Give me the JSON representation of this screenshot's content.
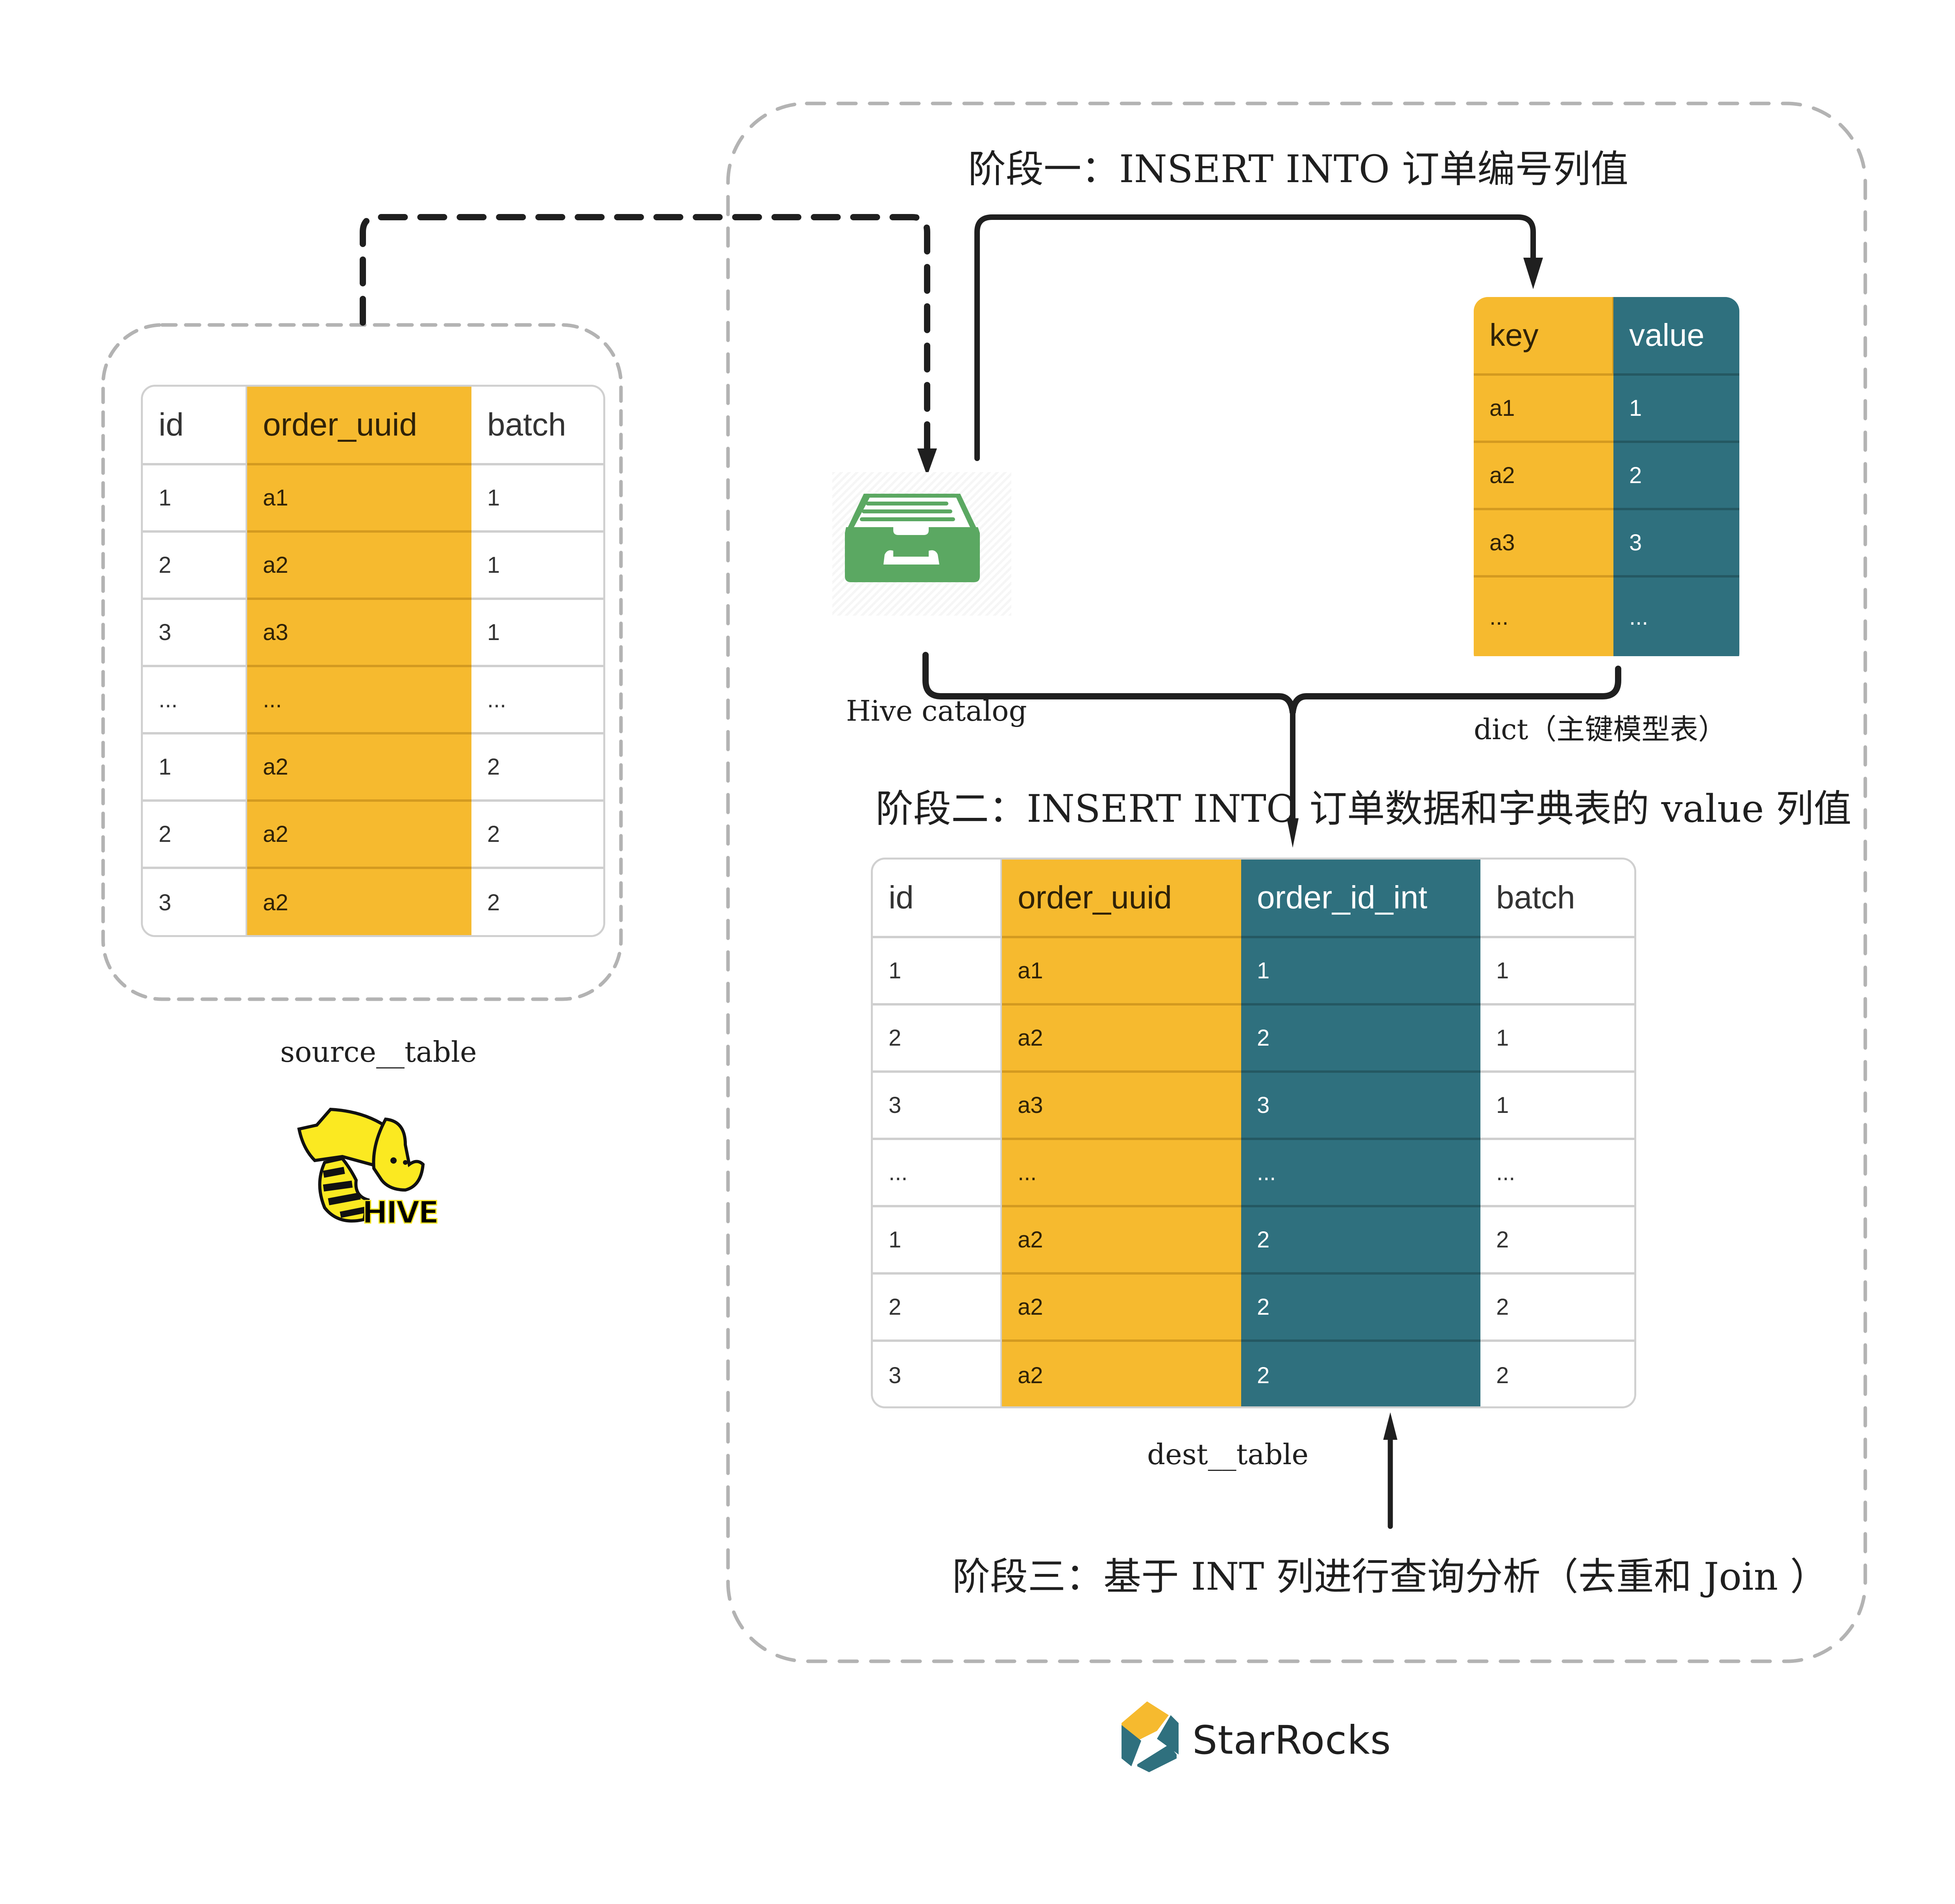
{
  "colors": {
    "yellow": "#f6ba2f",
    "teal": "#2f707e",
    "frame_gray": "#b3b3b3",
    "line_dark": "#1f1f1f",
    "catalog_green": "#5ba862",
    "hive_yellow": "#fbe921"
  },
  "stages": {
    "stage1": "阶段一：INSERT INTO 订单编号列值",
    "stage2": "阶段二：INSERT INTO  订单数据和字典表的 value 列值",
    "stage3": "阶段三：基于 INT 列进行查询分析（去重和 Join ）"
  },
  "source_table": {
    "caption": "source__table",
    "columns": [
      "id",
      "order_uuid",
      "batch"
    ],
    "rows": [
      [
        "1",
        "a1",
        "1"
      ],
      [
        "2",
        "a2",
        "1"
      ],
      [
        "3",
        "a3",
        "1"
      ],
      [
        "...",
        "...",
        "..."
      ],
      [
        "1",
        "a2",
        "2"
      ],
      [
        "2",
        "a2",
        "2"
      ],
      [
        "3",
        "a2",
        "2"
      ]
    ]
  },
  "dict_table": {
    "caption": "dict（主键模型表）",
    "columns": [
      "key",
      "value"
    ],
    "rows": [
      [
        "a1",
        "1"
      ],
      [
        "a2",
        "2"
      ],
      [
        "a3",
        "3"
      ],
      [
        "...",
        "..."
      ]
    ]
  },
  "dest_table": {
    "caption": "dest__table",
    "columns": [
      "id",
      "order_uuid",
      "order_id_int",
      "batch"
    ],
    "rows": [
      [
        "1",
        "a1",
        "1",
        "1"
      ],
      [
        "2",
        "a2",
        "2",
        "1"
      ],
      [
        "3",
        "a3",
        "3",
        "1"
      ],
      [
        "...",
        "...",
        "...",
        "..."
      ],
      [
        "1",
        "a2",
        "2",
        "2"
      ],
      [
        "2",
        "a2",
        "2",
        "2"
      ],
      [
        "3",
        "a2",
        "2",
        "2"
      ]
    ]
  },
  "hive_catalog": {
    "label": "Hive catalog",
    "icon": "file-drawer-icon"
  },
  "logos": {
    "hive": {
      "text": "HIVE",
      "icon": "hive-elephant-bee-logo"
    },
    "starrocks": {
      "text": "StarRocks",
      "icon": "starrocks-hexagon-logo"
    }
  }
}
